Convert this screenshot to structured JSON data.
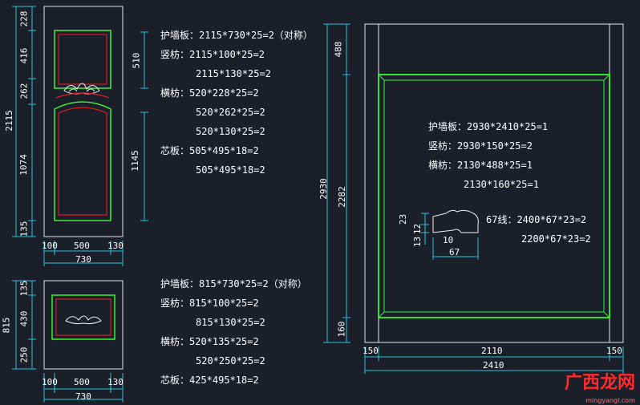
{
  "door_top": {
    "spec_lines": [
      "护墙板：2115*730*25=2（对称）",
      "竖枋：2115*100*25=2",
      "2115*130*25=2",
      "横枋：520*228*25=2",
      "520*262*25=2",
      "520*130*25=2",
      "芯板：505*495*18=2",
      "505*495*18=2"
    ],
    "dims_left": [
      "228",
      "416",
      "262",
      "2115",
      "1074",
      "135"
    ],
    "dims_right": [
      "510",
      "1145"
    ],
    "dims_bottom": [
      "100",
      "500",
      "130",
      "730"
    ]
  },
  "door_bottom": {
    "spec_lines": [
      "护墙板：815*730*25=2（对称）",
      "竖枋：815*100*25=2",
      "815*130*25=2",
      "横枋：520*135*25=2",
      "520*250*25=2",
      "芯板：425*495*18=2"
    ],
    "dims_left": [
      "815",
      "135",
      "430",
      "250"
    ],
    "dims_bottom": [
      "100",
      "500",
      "130",
      "730"
    ]
  },
  "big_panel": {
    "spec_lines": [
      "护墙板：2930*2410*25=1",
      "竖枋：2930*150*25=2",
      "横枋：2130*488*25=1",
      "2130*160*25=1"
    ],
    "molding_label": [
      "67线：2400*67*23=2",
      "2200*67*23=2"
    ],
    "molding_dims": [
      "23",
      "12",
      "13",
      "10",
      "67"
    ],
    "dims_left": [
      "488",
      "2930",
      "2282",
      "160"
    ],
    "dims_bottom": [
      "150",
      "2110",
      "150",
      "2410"
    ]
  },
  "watermark": {
    "text": "广西龙网",
    "url": "mingyangl.com"
  }
}
